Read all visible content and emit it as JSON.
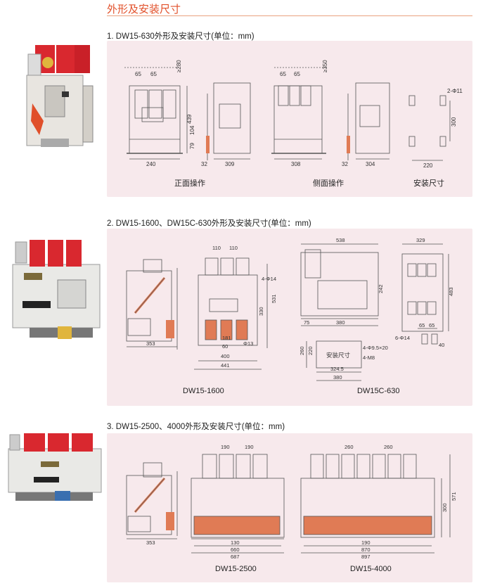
{
  "header": {
    "title": "外形及安装尺寸"
  },
  "colors": {
    "accent": "#e2502a",
    "panel": "#f7e9ec",
    "contact": "#e07b55",
    "breaker_red": "#d9282f"
  },
  "sections": [
    {
      "title": "1. DW15-630外形及安装尺寸(单位：mm)",
      "captions": [
        "正面操作",
        "侧面操作",
        "安装尺寸"
      ],
      "dims": {
        "a": "65",
        "b": "65",
        "c": "≥280",
        "d": "439",
        "e": "104",
        "f": "79",
        "g": "240",
        "h": "32",
        "i": "309",
        "j": "65",
        "k": "65",
        "l": "≥350",
        "m": "308",
        "n": "32",
        "o": "304",
        "p": "2-Φ11",
        "q": "300",
        "r": "220"
      }
    },
    {
      "title": "2. DW15-1600、DW15C-630外形及安装尺寸(单位：mm)",
      "captions": [
        "DW15-1600",
        "DW15C-630"
      ],
      "dims": {
        "a": "110",
        "b": "110",
        "c": "4-Φ14",
        "d": "531",
        "e": "330",
        "f": "Φ13",
        "g": "60",
        "h": "400",
        "i": "441",
        "j": "353",
        "j2": "181",
        "k": "538",
        "l": "242",
        "m": "75",
        "n": "380",
        "o": "329",
        "p": "483",
        "q": "65",
        "r": "65",
        "s": "6-Φ14",
        "t": "40",
        "u": "4-Φ9.5×20",
        "v": "4-M8",
        "w": "260",
        "x": "220",
        "y": "324.5",
        "z": "380",
        "label": "安装尺寸"
      }
    },
    {
      "title": "3. DW15-2500、4000外形及安装尺寸(单位：mm)",
      "captions": [
        "DW15-2500",
        "DW15-4000"
      ],
      "dims": {
        "a": "190",
        "b": "190",
        "c": "353",
        "d": "130",
        "e": "660",
        "f": "687",
        "g": "260",
        "h": "260",
        "i": "190",
        "j": "870",
        "k": "897",
        "l": "300",
        "m": "571"
      }
    }
  ]
}
